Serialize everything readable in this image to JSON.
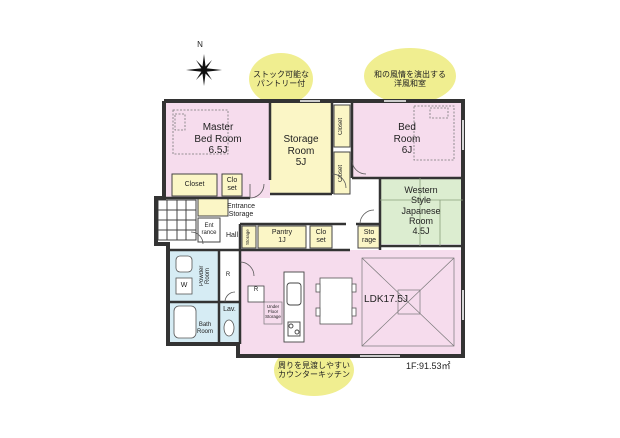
{
  "compass": {
    "label": "N"
  },
  "callouts": {
    "pantry": "ストック可能な\nパントリー付",
    "japanese": "和の風情を演出する\n洋風和室",
    "kitchen": "周りを見渡しやすい\nカウンターキッチン"
  },
  "rooms": {
    "master_bed": "Master\nBed Room\n6.5J",
    "storage_room": "Storage\nRoom\n5J",
    "bed": "Bed\nRoom\n6J",
    "closet_master": "Closet",
    "closet_small": "Clo\nset",
    "closet_v1": "Closet",
    "closet_v2": "Closet",
    "western_style": "Western\nStyle\nJapanese\nRoom\n4.5J",
    "entrance_storage": "Entrance\nStorage",
    "entrance": "Ent\nrance",
    "hall": "Hall",
    "storage_small": "Storage",
    "pantry": "Pantry\n1J",
    "closet_hall": "Clo\nset",
    "storage_ldk": "Sto\nrage",
    "ldk": "LDK17.5J",
    "powder": "Powder\nRoom",
    "bath": "Bath\nRoom",
    "lav": "Lav.",
    "wc_mark": "W",
    "under_floor": "Under\nFloor\nStorage",
    "r_mark_1": "R",
    "r_mark_2": "R"
  },
  "floor_area": "1F:91.53㎡",
  "colors": {
    "pink": "#f6dced",
    "yellow": "#fbf6c6",
    "green": "#dcedd0",
    "blue": "#d6ecf4",
    "callout": "#f0ee90",
    "wall": "#333333"
  }
}
